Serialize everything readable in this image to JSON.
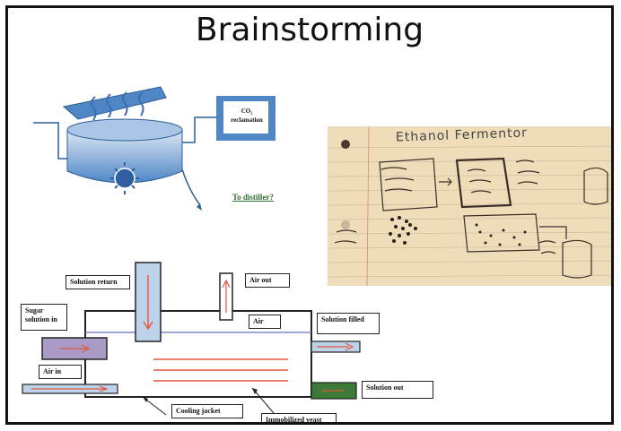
{
  "slide": {
    "title": "Brainstorming"
  },
  "top_left_diagram": {
    "co2_box": "CO₂ reclamation",
    "distiller_link": "To distiller?"
  },
  "photo": {
    "title": "Ethanol Fermentor"
  },
  "bottom_diagram": {
    "labels": {
      "solution_return": "Solution return",
      "air_out": "Air out",
      "sugar_solution_in": "Sugar solution in",
      "air": "Air",
      "solution_filled": "Solution filled",
      "air_in": "Air in",
      "solution_out": "Solution out",
      "cooling_jacket": "Cooling jacket",
      "immobilized_yeast": "Immobilized yeast"
    }
  },
  "colors": {
    "tank_blue": "#4f86c6",
    "tank_light": "#dce8f5",
    "pipe_blue": "#bcd3ea",
    "inlet_purple": "#a99ac6",
    "outlet_green": "#3d7a3a",
    "arrow_red": "#e2573b",
    "paper": "#efdcb8"
  }
}
